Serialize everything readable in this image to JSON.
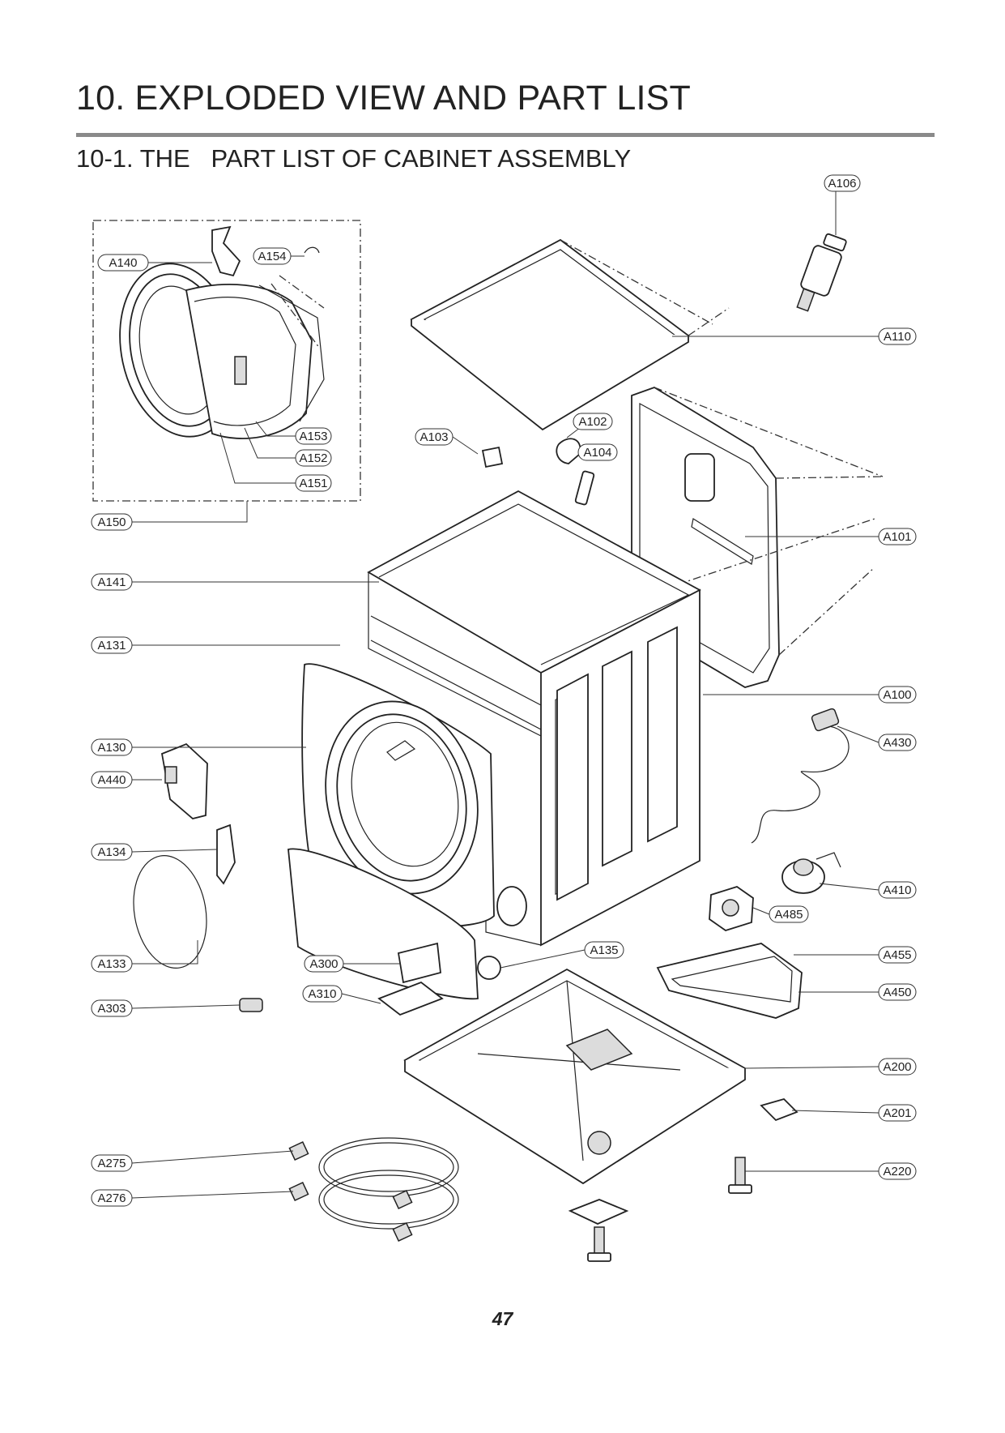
{
  "page": {
    "title": "10. EXPLODED VIEW AND PART LIST",
    "section_title": "10-1. THE   PART LIST OF CABINET ASSEMBLY",
    "page_number": "47"
  },
  "callouts": [
    {
      "id": "A106",
      "label": "A106"
    },
    {
      "id": "A140",
      "label": "A140"
    },
    {
      "id": "A154",
      "label": "A154"
    },
    {
      "id": "A110",
      "label": "A110"
    },
    {
      "id": "A153",
      "label": "A153"
    },
    {
      "id": "A152",
      "label": "A152"
    },
    {
      "id": "A151",
      "label": "A151"
    },
    {
      "id": "A103",
      "label": "A103"
    },
    {
      "id": "A102",
      "label": "A102"
    },
    {
      "id": "A104",
      "label": "A104"
    },
    {
      "id": "A150",
      "label": "A150"
    },
    {
      "id": "A101",
      "label": "A101"
    },
    {
      "id": "A141",
      "label": "A141"
    },
    {
      "id": "A131",
      "label": "A131"
    },
    {
      "id": "A100",
      "label": "A100"
    },
    {
      "id": "A130",
      "label": "A130"
    },
    {
      "id": "A430",
      "label": "A430"
    },
    {
      "id": "A440",
      "label": "A440"
    },
    {
      "id": "A134",
      "label": "A134"
    },
    {
      "id": "A410",
      "label": "A410"
    },
    {
      "id": "A485",
      "label": "A485"
    },
    {
      "id": "A135",
      "label": "A135"
    },
    {
      "id": "A455",
      "label": "A455"
    },
    {
      "id": "A133",
      "label": "A133"
    },
    {
      "id": "A300",
      "label": "A300"
    },
    {
      "id": "A310",
      "label": "A310"
    },
    {
      "id": "A450",
      "label": "A450"
    },
    {
      "id": "A303",
      "label": "A303"
    },
    {
      "id": "A200",
      "label": "A200"
    },
    {
      "id": "A201",
      "label": "A201"
    },
    {
      "id": "A275",
      "label": "A275"
    },
    {
      "id": "A220",
      "label": "A220"
    },
    {
      "id": "A276",
      "label": "A276"
    }
  ]
}
